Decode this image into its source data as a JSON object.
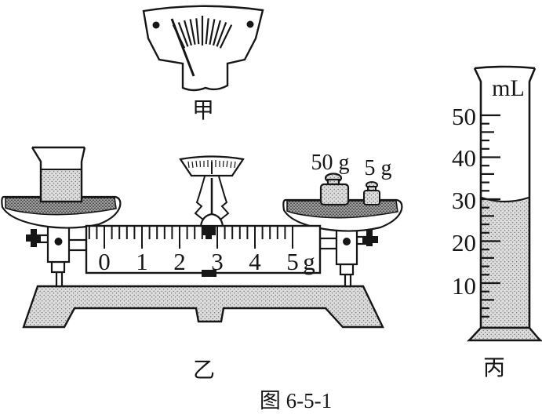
{
  "caption": "图 6-5-1",
  "pointer_scale": {
    "label": "甲"
  },
  "balance": {
    "label": "乙",
    "beam": {
      "tick_labels": [
        "0",
        "1",
        "2",
        "3",
        "4",
        "5"
      ],
      "unit": "g",
      "rider_position_g": 3
    },
    "weights": [
      {
        "label": "50 g"
      },
      {
        "label": "5 g"
      }
    ]
  },
  "cylinder": {
    "label": "丙",
    "unit": "mL",
    "tick_labels": [
      "50",
      "40",
      "30",
      "20",
      "10"
    ],
    "liquid_level_mL": 30
  }
}
